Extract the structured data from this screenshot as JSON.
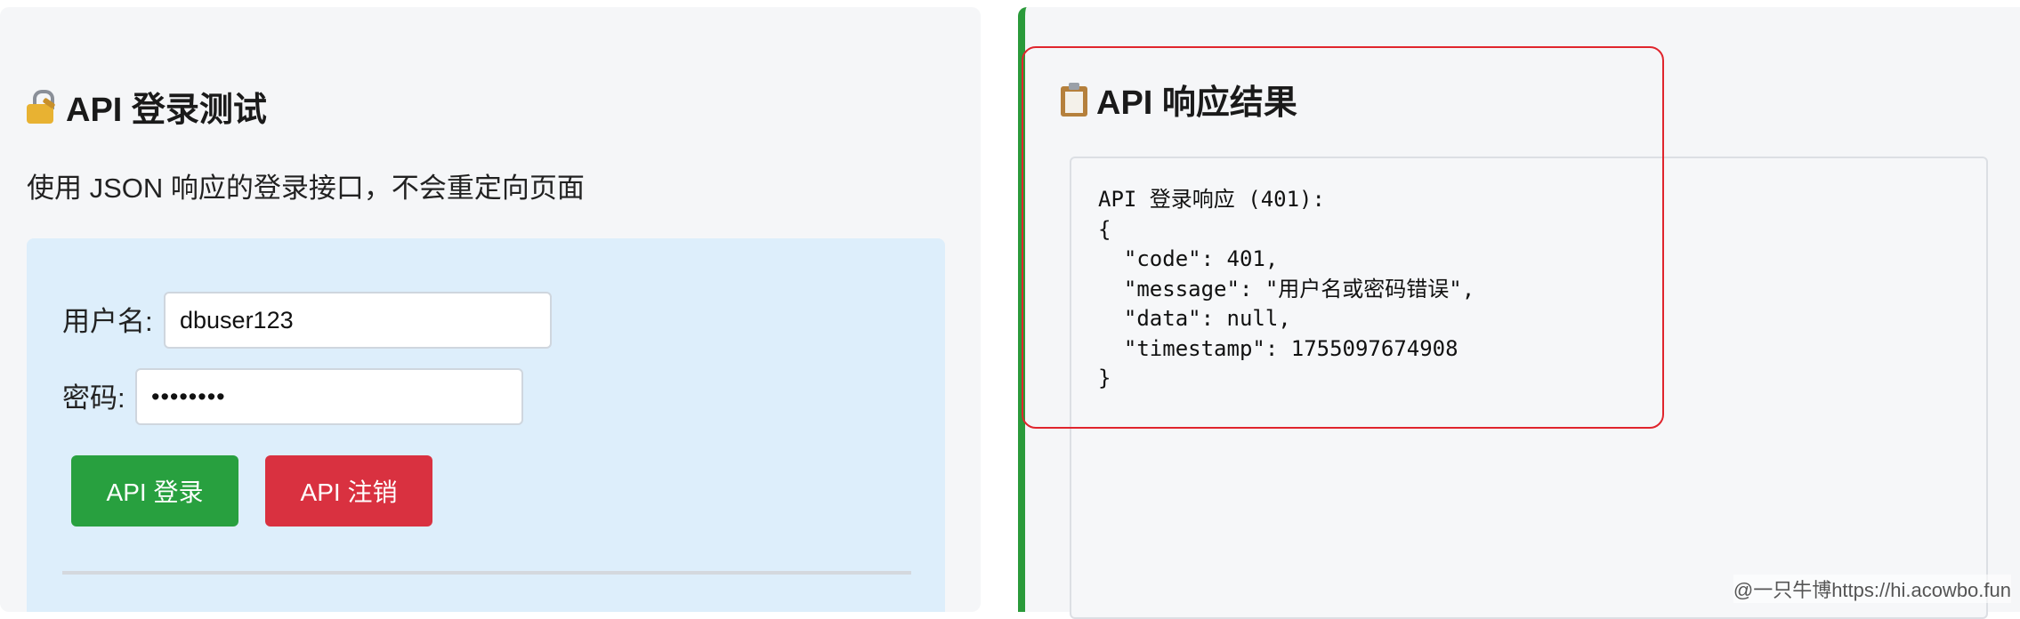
{
  "left_panel": {
    "title_icon": "lock-with-key-icon",
    "title": "API 登录测试",
    "subtitle": "使用 JSON 响应的登录接口，不会重定向页面",
    "form": {
      "username_label": "用户名:",
      "username_value": "dbuser123",
      "password_label": "密码:",
      "password_value": "••••••••",
      "login_button": "API 登录",
      "logout_button": "API 注销"
    }
  },
  "right_panel": {
    "title_icon": "clipboard-icon",
    "title": "API 响应结果",
    "response_text": "API 登录响应 (401):\n{\n  \"code\": 401,\n  \"message\": \"用户名或密码错误\",\n  \"data\": null,\n  \"timestamp\": 1755097674908\n}"
  },
  "watermark": "@一只牛博https://hi.acowbo.fun",
  "colors": {
    "login_button": "#28a03f",
    "logout_button": "#d93140",
    "form_background": "#ddeefb",
    "right_panel_accent": "#2a9a3a",
    "highlight_border": "#e0252d"
  }
}
